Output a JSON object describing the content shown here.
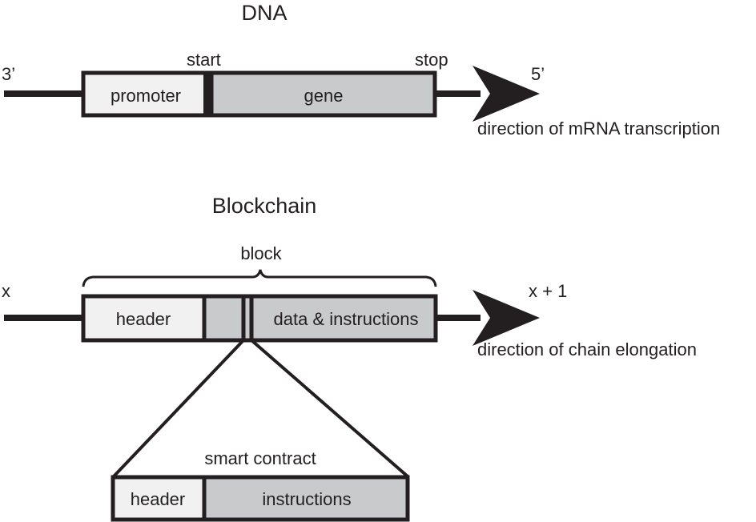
{
  "dna": {
    "title": "DNA",
    "left_end": "3’",
    "right_end": "5’",
    "start_label": "start",
    "stop_label": "stop",
    "segments": [
      {
        "label": "promoter",
        "fill": "#f0f1f0"
      },
      {
        "label": "gene",
        "fill": "#c9cacb"
      }
    ],
    "direction_label": "direction of mRNA transcription"
  },
  "blockchain": {
    "title": "Blockchain",
    "left_end": "x",
    "right_end": "x + 1",
    "brace_label": "block",
    "segments": [
      {
        "label": "header",
        "fill": "#f0f1f0"
      },
      {
        "label": "",
        "fill": "#c9cacb"
      },
      {
        "label": "",
        "fill": "#c9cacb"
      },
      {
        "label": "data & instructions",
        "fill": "#c9cacb"
      }
    ],
    "direction_label": "direction of chain elongation"
  },
  "smart_contract": {
    "title": "smart contract",
    "segments": [
      {
        "label": "header",
        "fill": "#f0f1f0"
      },
      {
        "label": "instructions",
        "fill": "#c9cacb"
      }
    ]
  },
  "colors": {
    "stroke": "#231f20",
    "light_fill": "#f0f1f0",
    "dark_fill": "#c9cacb"
  }
}
